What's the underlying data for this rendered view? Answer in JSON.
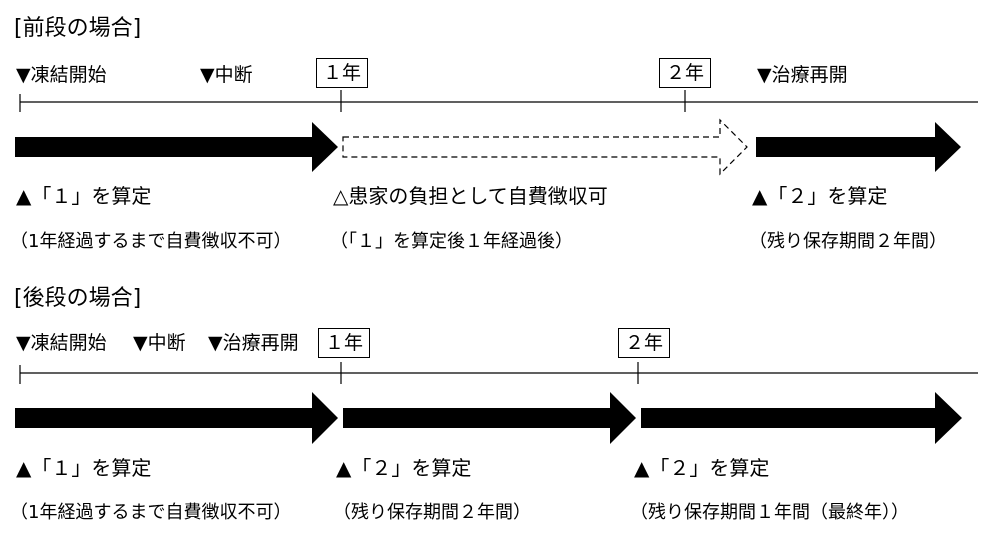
{
  "colors": {
    "ink": "#000000",
    "background": "#ffffff"
  },
  "upper": {
    "title": "[前段の場合]",
    "events": {
      "freeze_start": "▼凍結開始",
      "pause": "▼中断",
      "resume": "▼治療再開"
    },
    "year1": "１年",
    "year2": "２年",
    "segments": [
      {
        "label": "▲「１」を算定",
        "note": "（1年経過するまで自費徴収不可）",
        "style": "solid"
      },
      {
        "label": "△患家の負担として自費徴収可",
        "note": "（「１」を算定後１年経過後）",
        "style": "dashed"
      },
      {
        "label": "▲「２」を算定",
        "note": "（残り保存期間２年間）",
        "style": "solid"
      }
    ]
  },
  "lower": {
    "title": "[後段の場合]",
    "events": {
      "freeze_start": "▼凍結開始",
      "pause": "▼中断",
      "resume": "▼治療再開"
    },
    "year1": "１年",
    "year2": "２年",
    "segments": [
      {
        "label": "▲「１」を算定",
        "note": "（1年経過するまで自費徴収不可）",
        "style": "solid"
      },
      {
        "label": "▲「２」を算定",
        "note": "（残り保存期間２年間）",
        "style": "solid"
      },
      {
        "label": "▲「２」を算定",
        "note": "（残り保存期間１年間（最終年））",
        "style": "solid"
      }
    ]
  }
}
